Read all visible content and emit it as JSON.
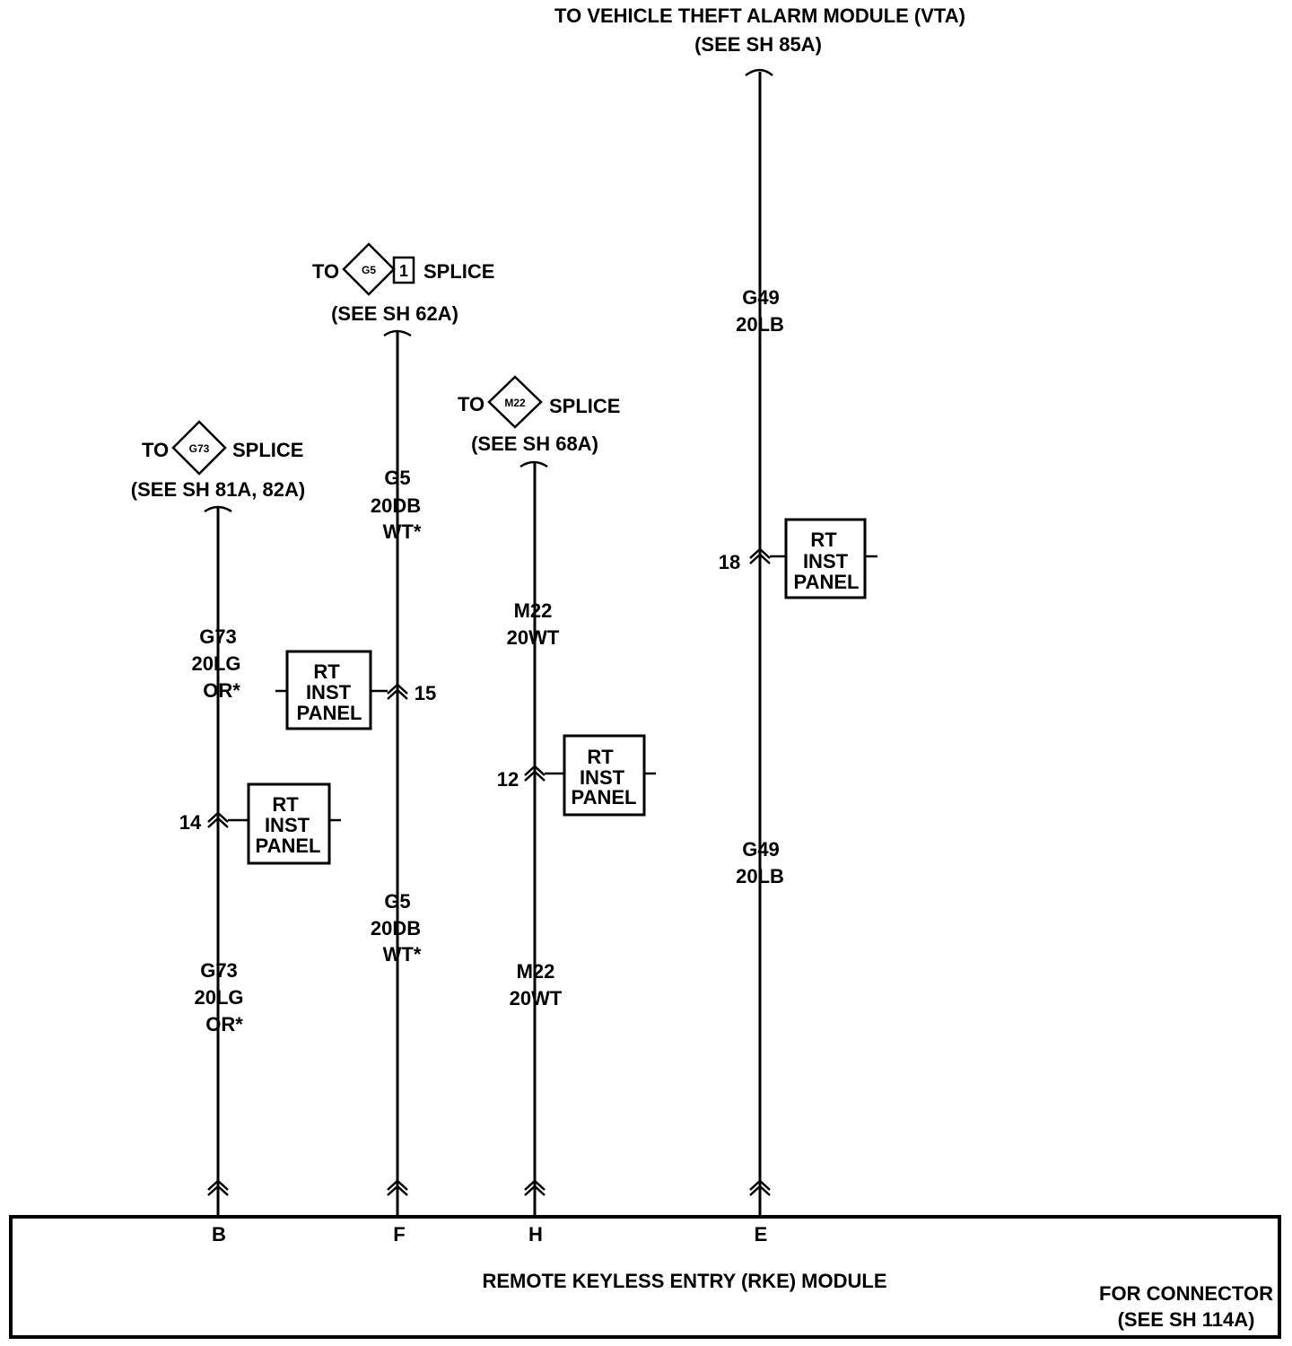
{
  "top": {
    "vta_title": "TO VEHICLE THEFT ALARM MODULE (VTA)",
    "vta_ref": "(SEE SH 85A)",
    "g5_to": "TO",
    "g5_tag": "G5",
    "g5_num": "1",
    "g5_splice": "SPLICE",
    "g5_ref": "(SEE SH 62A)",
    "m22_to": "TO",
    "m22_tag": "M22",
    "m22_splice": "SPLICE",
    "m22_ref": "(SEE SH 68A)",
    "g73_to": "TO",
    "g73_tag": "G73",
    "g73_splice": "SPLICE",
    "g73_ref": "(SEE SH 81A, 82A)"
  },
  "wires": {
    "b_upper": [
      "G73",
      "20LG",
      "OR*"
    ],
    "b_lower": [
      "G73",
      "20LG",
      "OR*"
    ],
    "f_upper": [
      "G5",
      "20DB",
      "WT*"
    ],
    "f_lower": [
      "G5",
      "20DB",
      "WT*"
    ],
    "h_upper": [
      "M22",
      "20WT"
    ],
    "h_lower": [
      "M22",
      "20WT"
    ],
    "e_upper": [
      "G49",
      "20LB"
    ],
    "e_lower": [
      "G49",
      "20LB"
    ]
  },
  "connectors": {
    "b_pin": "14",
    "f_pin": "15",
    "h_pin": "12",
    "e_pin": "18",
    "box_lines": [
      "RT",
      "INST",
      "PANEL"
    ]
  },
  "module": {
    "pins": [
      "B",
      "F",
      "H",
      "E"
    ],
    "name": "REMOTE KEYLESS ENTRY (RKE) MODULE",
    "connector_note": "FOR CONNECTOR",
    "connector_ref": "(SEE SH 114A)"
  }
}
